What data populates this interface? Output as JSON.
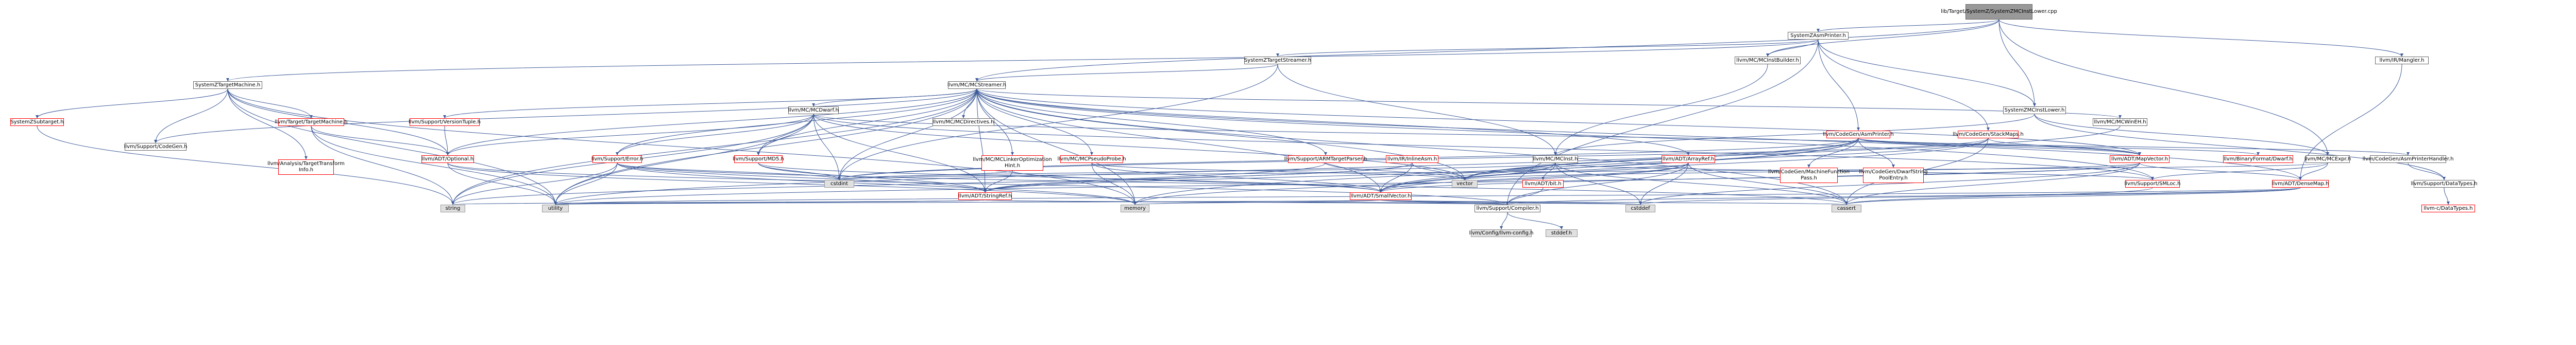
{
  "colors": {
    "edge": "#3d5a99",
    "highlight": "#ff0000",
    "root_fill": "#999999",
    "leaf_fill": "#e0e0e0"
  },
  "nodes": {
    "root": "lib/Target/SystemZ/SystemZMCInstLower.cpp",
    "asmprinter": "SystemZAsmPrinter.h",
    "target_streamer": "SystemZTargetStreamer.h",
    "mcinstbuilder": "llvm/MC/MCInstBuilder.h",
    "mangler": "llvm/IR/Mangler.h",
    "target_machine_sz": "SystemZTargetMachine.h",
    "mcstreamer": "llvm/MC/MCStreamer.h",
    "mcinstlower": "SystemZMCInstLower.h",
    "subtarget": "SystemZSubtarget.h",
    "target_machine": "llvm/Target/TargetMachine.h",
    "version_tuple": "llvm/Support/VersionTuple.h",
    "mcdwarf": "llvm/MC/MCDwarf.h",
    "mcdirectives": "llvm/MC/MCDirectives.h",
    "mcwinceh": "llvm/MC/MCWinEH.h",
    "codegen_asmprinter": "llvm/CodeGen/AsmPrinter.h",
    "stackmaps": "llvm/CodeGen/StackMaps.h",
    "support_codegen": "llvm/Support/CodeGen.h",
    "analysis_tti": "llvm/Analysis/TargetTransform Info.h",
    "optional": "llvm/ADT/Optional.h",
    "error": "llvm/Support/Error.h",
    "md5": "llvm/Support/MD5.h",
    "linker_opt": "llvm/MC/MCLinkerOptimization Hint.h",
    "pseudoprobe": "llvm/MC/MCPseudoProbe.h",
    "arm_parser": "llvm/Support/ARMTargetParser.h",
    "inline_asm": "llvm/IR/InlineAsm.h",
    "mcinst": "llvm/MC/MCInst.h",
    "arrayref": "llvm/ADT/ArrayRef.h",
    "machine_function_pass": "llvm/CodeGen/MachineFunction Pass.h",
    "dwarf_string_pool": "llvm/CodeGen/DwarfString PoolEntry.h",
    "mapvector": "llvm/ADT/MapVector.h",
    "binary_format_dwarf": "llvm/BinaryFormat/Dwarf.h",
    "mcexpr": "llvm/MC/MCExpr.h",
    "asmprinter_handler": "llvm/CodeGen/AsmPrinterHandler.h",
    "stringref": "llvm/ADT/StringRef.h",
    "smallvector": "llvm/ADT/SmallVector.h",
    "bit": "llvm/ADT/bit.h",
    "smlloc": "llvm/Support/SMLoc.h",
    "densemap": "llvm/ADT/DenseMap.h",
    "data_types": "llvm/Support/DataTypes.h",
    "c_data_types": "llvm-c/DataTypes.h",
    "compiler": "llvm/Support/Compiler.h",
    "config": "llvm/Config/llvm-config.h",
    "stddef": "stddef.h",
    "string": "string",
    "utility": "utility",
    "memory": "memory",
    "cstdint": "cstdint",
    "vector": "vector",
    "cstddef": "cstddef",
    "cassert": "cassert"
  }
}
